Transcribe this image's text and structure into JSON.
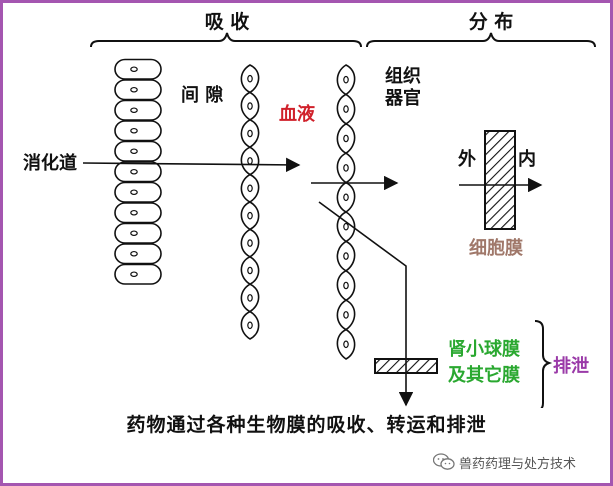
{
  "labels": {
    "absorption": "吸 收",
    "distribution": "分 布",
    "interstitial": "间 隙",
    "blood": "血液",
    "tissue": "组织\n器官",
    "gi_tract": "消化道",
    "outside": "外",
    "inside": "内",
    "cell_membrane": "细胞膜",
    "glomerular_membrane": "肾小球膜\n及其它膜",
    "excretion": "排泄"
  },
  "caption": "药物通过各种生物膜的吸收、转运和排泄",
  "watermark": "兽药药理与处方技术",
  "colors": {
    "frame": "#a456b0",
    "blood": "#d0202a",
    "cell_membrane": "#a0786a",
    "glomerular": "#2aa830",
    "excretion": "#9a3aa8"
  },
  "icons": [
    "wechat-icon"
  ]
}
